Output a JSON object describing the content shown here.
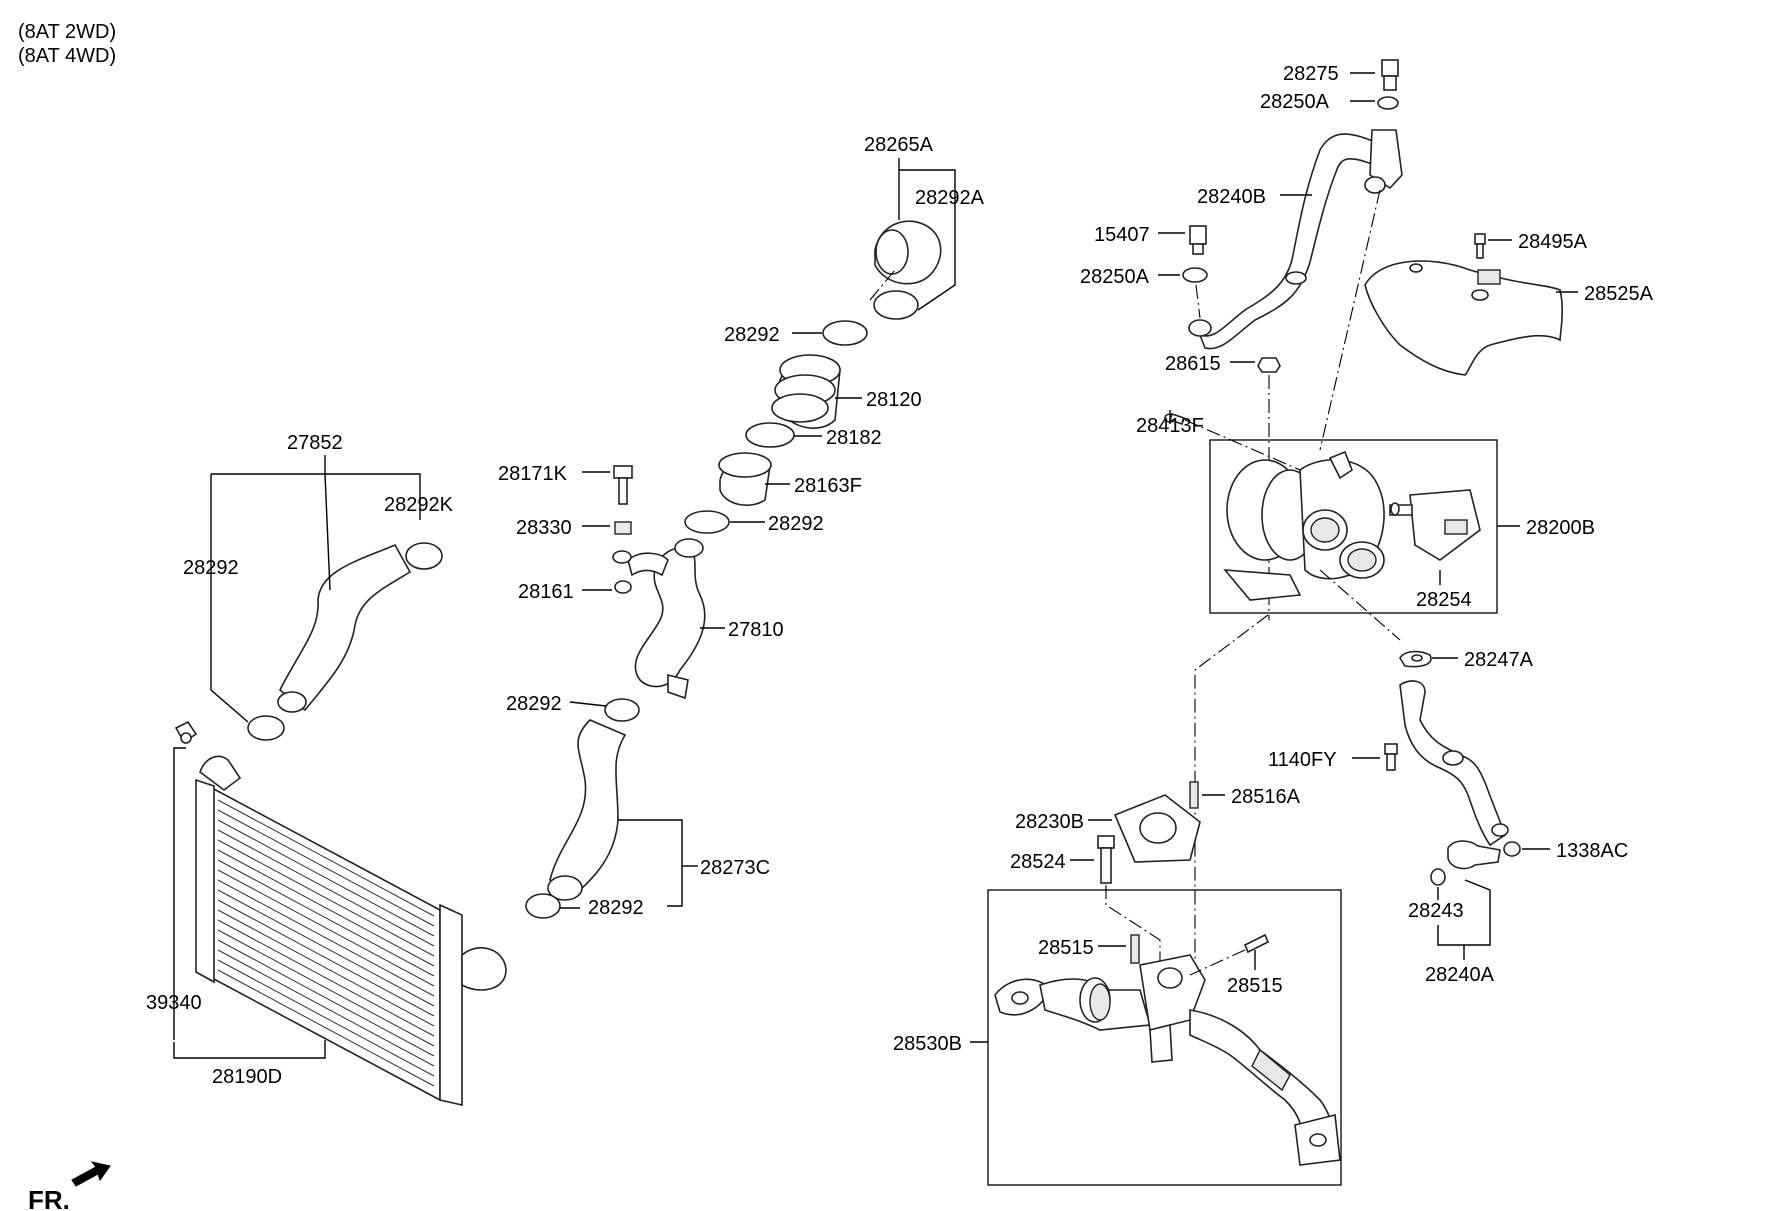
{
  "header": {
    "variant_1": "(8AT 2WD)",
    "variant_2": "(8AT 4WD)"
  },
  "direction_label": "FR.",
  "part_labels": {
    "p28275": "28275",
    "p28250A_top": "28250A",
    "p28240B": "28240B",
    "p15407": "15407",
    "p28495A": "28495A",
    "p28250A_mid": "28250A",
    "p28525A": "28525A",
    "p28615": "28615",
    "p28413F": "28413F",
    "p28200B": "28200B",
    "p28254": "28254",
    "p28247A": "28247A",
    "p1140FY": "1140FY",
    "p28516A": "28516A",
    "p28230B": "28230B",
    "p28524": "28524",
    "p1338AC": "1338AC",
    "p28243": "28243",
    "p28240A": "28240A",
    "p28515_left": "28515",
    "p28515_right": "28515",
    "p28530B": "28530B",
    "p28265A": "28265A",
    "p28292A": "28292A",
    "p28292_a": "28292",
    "p28120": "28120",
    "p28182": "28182",
    "p28171K": "28171K",
    "p28163F": "28163F",
    "p28330": "28330",
    "p28292_b": "28292",
    "p28161": "28161",
    "p27810": "27810",
    "p27852": "27852",
    "p28292K": "28292K",
    "p28292_c": "28292",
    "p28292_d": "28292",
    "p28273C": "28273C",
    "p28292_e": "28292",
    "p39340": "39340",
    "p28190D": "28190D"
  },
  "colors": {
    "line": "#000000",
    "part_fill": "#ffffff",
    "shade": "#e8e8e8"
  }
}
